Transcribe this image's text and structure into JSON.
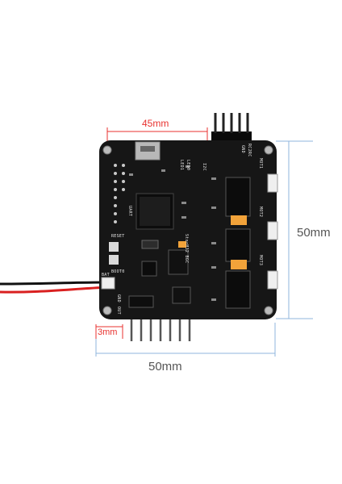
{
  "dimensions": {
    "top_width": "45mm",
    "right_height": "50mm",
    "bottom_width": "50mm",
    "hole_offset": "3mm"
  },
  "silkscreen": {
    "rc2rc": "RC2RC",
    "gnd": "GND",
    "mot1": "MOT1",
    "mot2": "MOT2",
    "mot3": "MOT3",
    "i2c": "I2C",
    "led0": "LED0",
    "led1": "LED1",
    "uart": "UART",
    "reset": "RESET",
    "boot0": "BOOT0",
    "stm32": "StorM32 BGC",
    "bat": "BAT",
    "gnd2": "GND",
    "out": "OUT"
  },
  "colors": {
    "board": "#161616",
    "dimension_red": "#e8322f",
    "dimension_blue": "#8fb6de",
    "wire_red": "#d92020",
    "wire_black": "#111111",
    "capacitor": "#f2a33a"
  }
}
